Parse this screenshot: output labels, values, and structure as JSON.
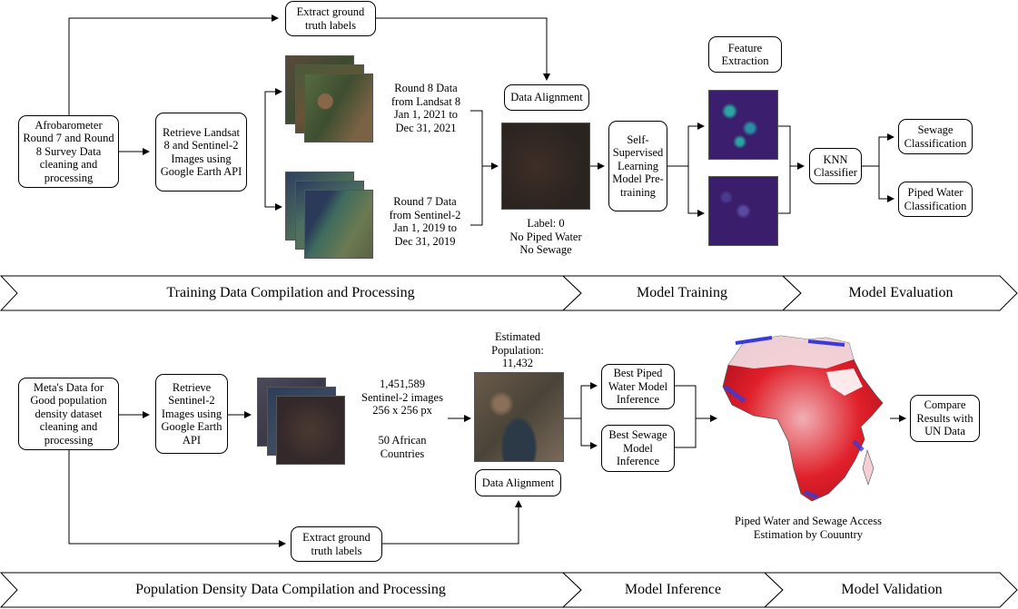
{
  "top": {
    "afrobarometer": "Afrobarometer\nRound 7 and Round\n8 Survey Data\ncleaning and\nprocessing",
    "retrieve": "Retrieve Landsat\n8 and Sentinel-2\nImages using\nGoogle Earth API",
    "extract": "Extract ground\ntruth labels",
    "round8": "Round 8 Data\nfrom Landsat 8\nJan 1, 2021 to\nDec 31, 2021",
    "round7": "Round 7 Data\nfrom Sentinel-2\nJan 1, 2019 to\nDec 31, 2019",
    "alignment": "Data Alignment",
    "label": "Label: 0\nNo Piped Water\nNo Sewage",
    "ssl": "Self-\nSupervised\nLearning\nModel Pre-\ntraining",
    "feature": "Feature\nExtraction",
    "knn": "KNN\nClassifier",
    "sewage": "Sewage\nClassification",
    "piped": "Piped Water\nClassification"
  },
  "banner_top": {
    "stage1": "Training Data Compilation and Processing",
    "stage2": "Model Training",
    "stage3": "Model Evaluation"
  },
  "bottom": {
    "meta": "Meta's Data for\nGood population\ndensity dataset\ncleaning and\nprocessing",
    "retrieve": "Retrieve\nSentinel-2\nImages using\nGoogle Earth\nAPI",
    "count": "1,451,589\nSentinel-2 images\n256 x 256 px",
    "countries": "50 African\nCountries",
    "population": "Estimated\nPopulation:\n11,432",
    "alignment": "Data Alignment",
    "extract": "Extract ground\ntruth labels",
    "best_piped": "Best Piped\nWater Model\nInference",
    "best_sewage": "Best Sewage\nModel\nInference",
    "map_caption": "Piped Water and Sewage Access\nEstimation by Couuntry",
    "compare": "Compare\nResults with\nUN Data"
  },
  "banner_bottom": {
    "stage1": "Population Density Data Compilation and Processing",
    "stage2": "Model Inference",
    "stage3": "Model Validation"
  },
  "colors": {
    "feature_bg": "#3b1f6e",
    "feature_spot": "#2aa6a0",
    "map_red": "#e0202a",
    "map_blue": "#3a3ad8"
  }
}
